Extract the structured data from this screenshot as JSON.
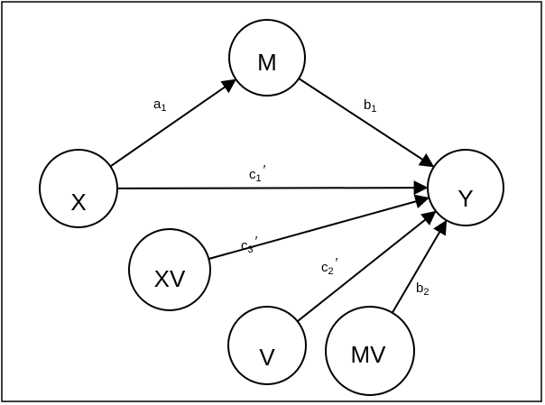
{
  "nodes": [
    {
      "id": "X",
      "label": "X"
    },
    {
      "id": "M",
      "label": "M"
    },
    {
      "id": "Y",
      "label": "Y"
    },
    {
      "id": "XV",
      "label": "XV"
    },
    {
      "id": "V",
      "label": "V"
    },
    {
      "id": "MV",
      "label": "MV"
    }
  ],
  "edges": [
    {
      "from": "X",
      "to": "M",
      "label": "a",
      "sub": "1",
      "prime": ""
    },
    {
      "from": "M",
      "to": "Y",
      "label": "b",
      "sub": "1",
      "prime": ""
    },
    {
      "from": "X",
      "to": "Y",
      "label": "c",
      "sub": "1",
      "prime": "′"
    },
    {
      "from": "XV",
      "to": "Y",
      "label": "c",
      "sub": "3",
      "prime": "′"
    },
    {
      "from": "V",
      "to": "Y",
      "label": "c",
      "sub": "2",
      "prime": "′"
    },
    {
      "from": "MV",
      "to": "Y",
      "label": "b",
      "sub": "2",
      "prime": ""
    }
  ]
}
